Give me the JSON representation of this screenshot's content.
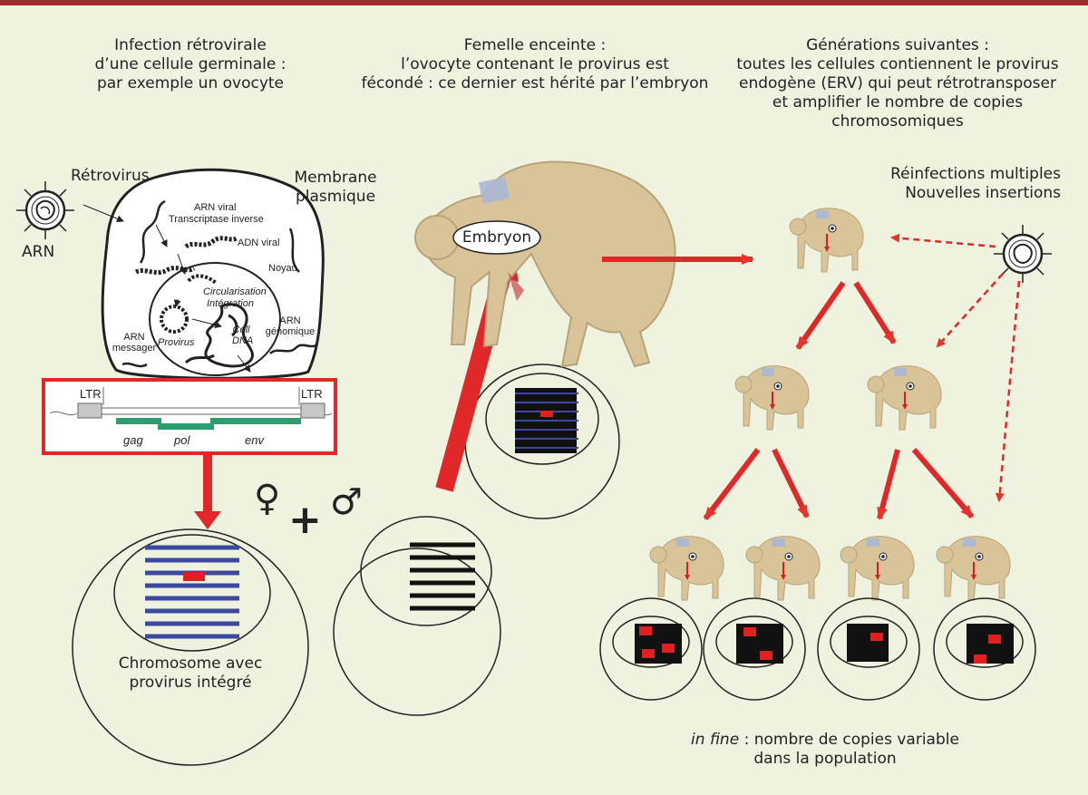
{
  "colors": {
    "background": "#f0f2e0",
    "top_bar": "#a52a2a",
    "arrow": "#e8332a",
    "gene_bar": "#2e9e6e",
    "chromosome_line": "#3b4a9e",
    "insert": "#e02020"
  },
  "headers": {
    "col1": [
      "Infection rétrovirale",
      "d’une cellule germinale :",
      "par exemple un ovocyte"
    ],
    "col2": [
      "Femelle enceinte :",
      "l’ovocyte contenant le provirus est",
      "fécondé : ce dernier est hérité par l’embryon"
    ],
    "col3": [
      "Générations suivantes :",
      "toutes les cellules contiennent le provirus",
      "endogène (ERV) qui peut rétrotransposer",
      "et amplifier le nombre de copies",
      "chromosomiques"
    ]
  },
  "cell": {
    "retrovirus": "Rétrovirus",
    "arn": "ARN",
    "membrane": [
      "Membrane",
      "plasmique"
    ],
    "arn_viral": "ARN viral",
    "transcriptase": "Transcriptase inverse",
    "adn_viral": "ADN viral",
    "noyau": "Noyau",
    "circularisation": "Circularisation",
    "integration": "Intégration",
    "provirus": "Provirus",
    "cell_dna": [
      "Cell",
      "DNA"
    ],
    "arn_messager": [
      "ARN",
      "messager"
    ],
    "arn_genomique": [
      "ARN",
      "génomique"
    ]
  },
  "genome": {
    "ltr_left": "LTR",
    "ltr_right": "LTR",
    "genes": [
      "gag",
      "pol",
      "env"
    ]
  },
  "chromosome_label": [
    "Chromosome avec",
    "provirus intégré"
  ],
  "symbols": {
    "female": "♀",
    "plus": "+",
    "male": "♂"
  },
  "embryon": "Embryon",
  "reinfection": [
    "Réinfections multiples",
    "Nouvelles insertions"
  ],
  "conclusion": {
    "italic": "in fine",
    "rest": " : nombre de copies variable",
    "line2": "dans la population"
  }
}
